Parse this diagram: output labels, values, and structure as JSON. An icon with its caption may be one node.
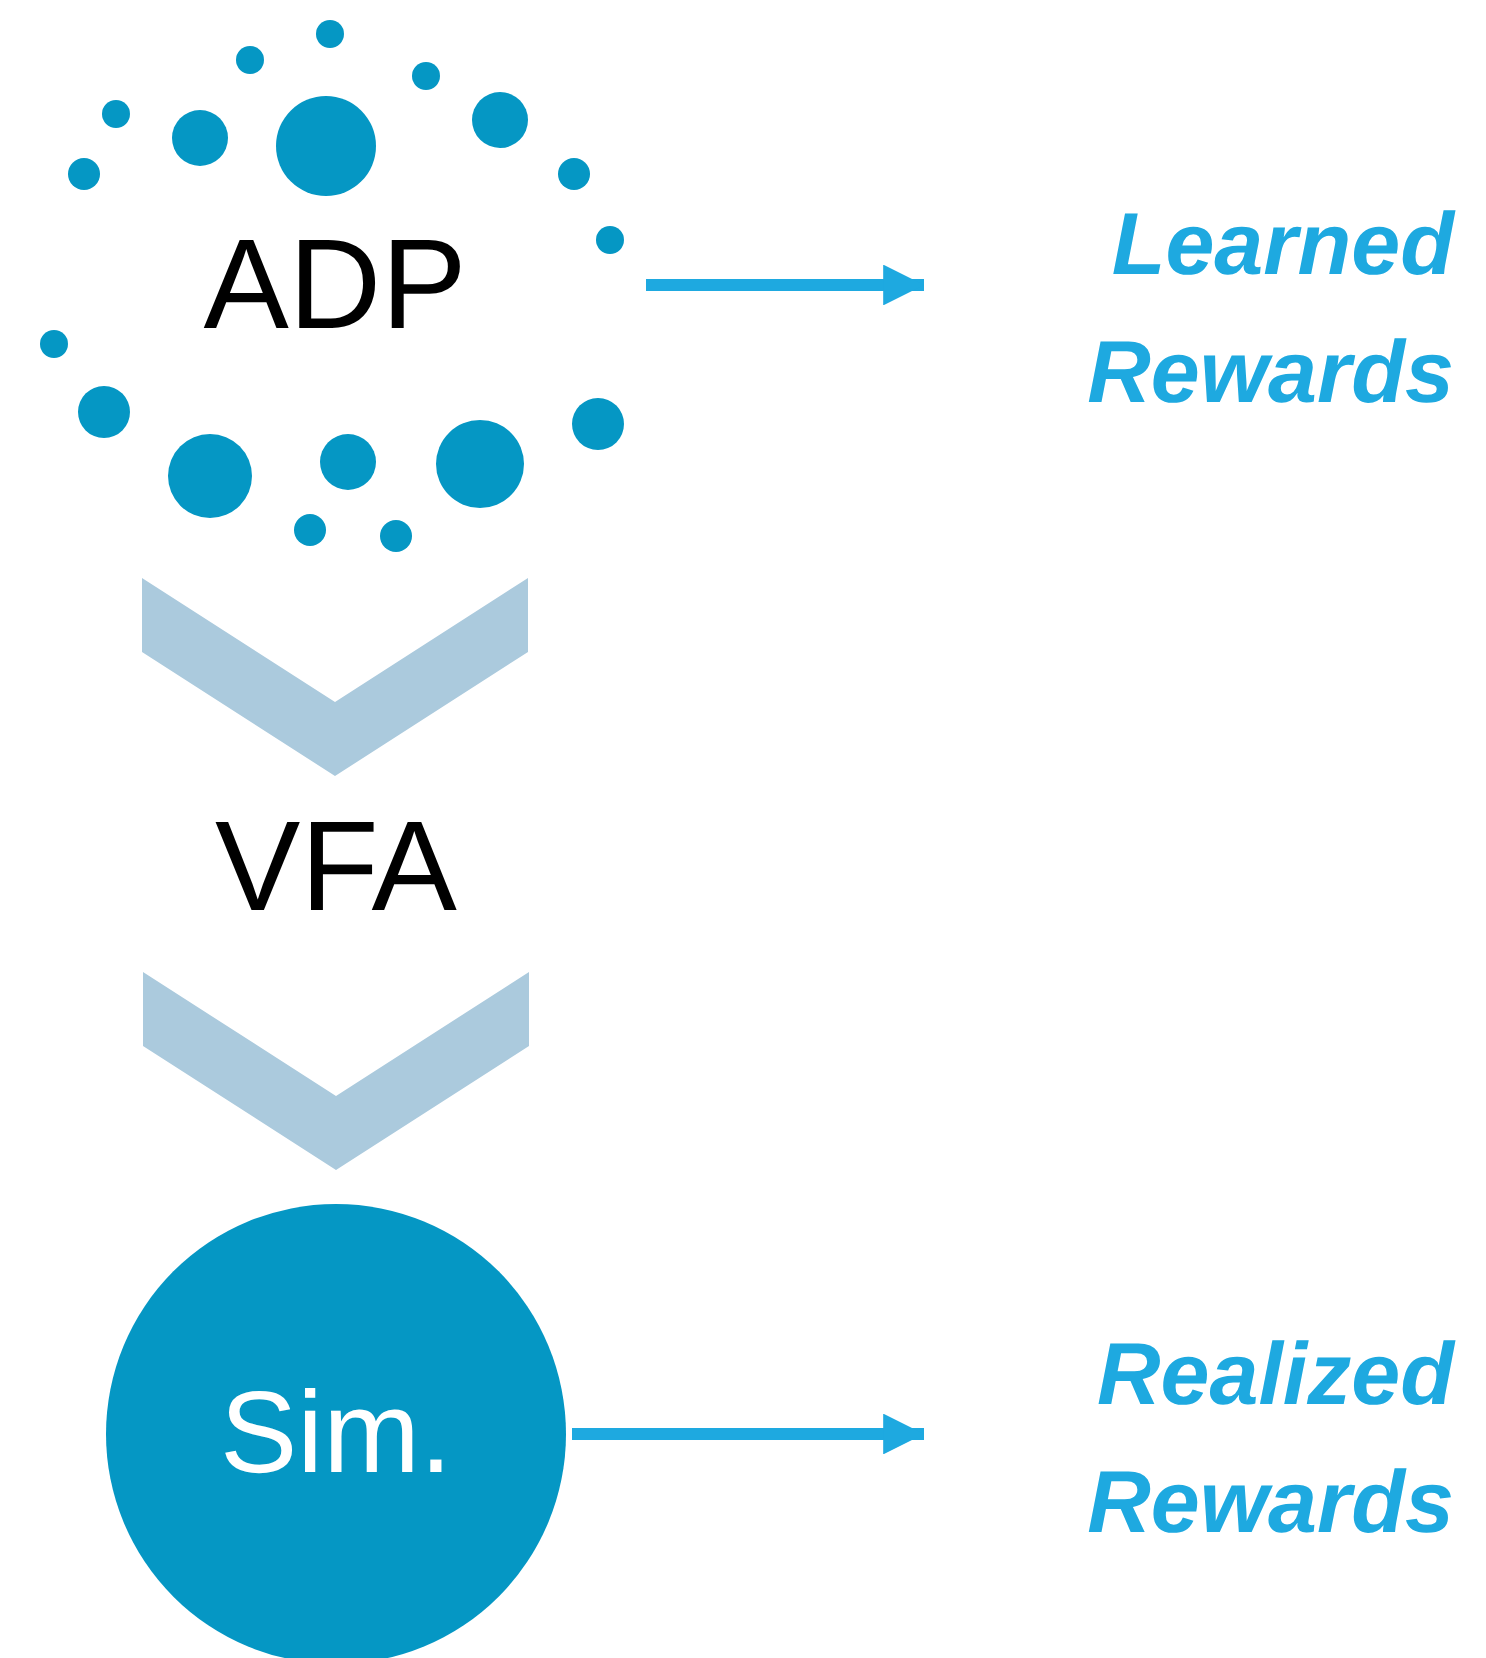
{
  "diagram": {
    "nodes": [
      {
        "text": [
          "ADP"
        ]
      },
      {
        "text": [
          "VFA"
        ]
      },
      {
        "text": [
          "Sim."
        ]
      },
      {
        "text": [
          "Learned Rewards"
        ]
      },
      {
        "text": [
          "Realized Rewards"
        ]
      }
    ],
    "edges": [
      {
        "from": 0,
        "to": 1,
        "arrow": "to",
        "style": "thick",
        "color": "#abcadd"
      },
      {
        "from": 1,
        "to": 2,
        "arrow": "to",
        "style": "thick",
        "color": "#abcadd"
      },
      {
        "from": 0,
        "to": 3,
        "arrow": "to"
      },
      {
        "from": 2,
        "to": 4,
        "arrow": "to"
      }
    ]
  }
}
